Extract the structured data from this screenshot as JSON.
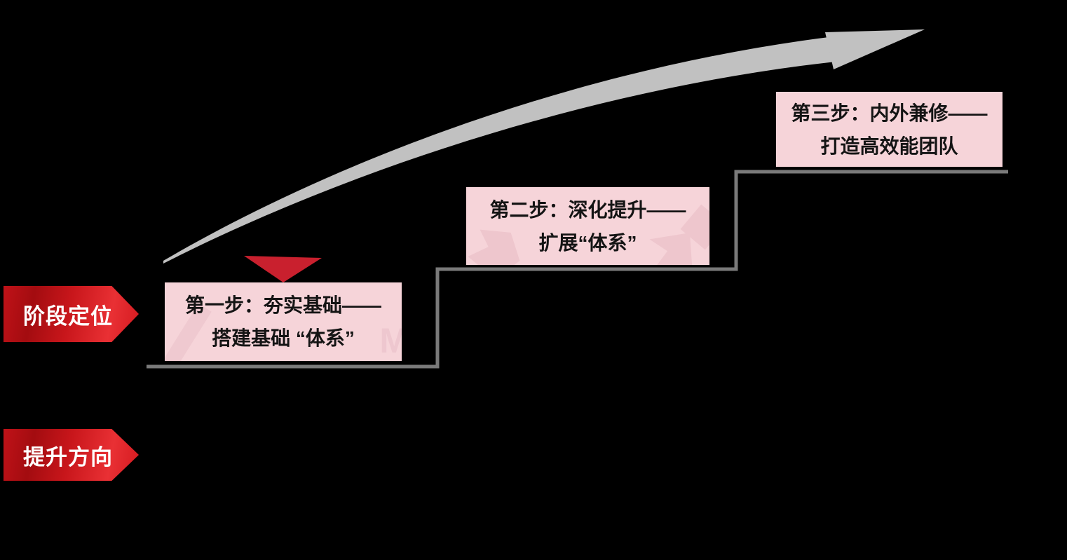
{
  "diagram": {
    "kind": "three-step staircase roadmap slide",
    "background_color": "#000000",
    "banners": {
      "stage_label": "阶段定位",
      "direction_label": "提升方向"
    },
    "steps": [
      {
        "line1": "第一步：夯实基础——",
        "line2": "搭建基础 “体系”"
      },
      {
        "line1": "第二步：深化提升——",
        "line2": "扩展“体系”"
      },
      {
        "line1": "第三步：内外兼修——",
        "line2": "打造高效能团队"
      }
    ],
    "watermark": {
      "letter": "M"
    },
    "colors": {
      "banner_red_dark": "#a30c10",
      "banner_red_bright": "#e93034",
      "banner_text": "#ffffff",
      "step_box_pink": "#f6d4d9",
      "watermark_pink": "#eec7cf",
      "step_text": "#141414",
      "stair_line_gray": "#7a7a7a",
      "growth_arrow_gray": "#c1c1c1",
      "pointer_triangle_red": "#c9202e"
    }
  }
}
